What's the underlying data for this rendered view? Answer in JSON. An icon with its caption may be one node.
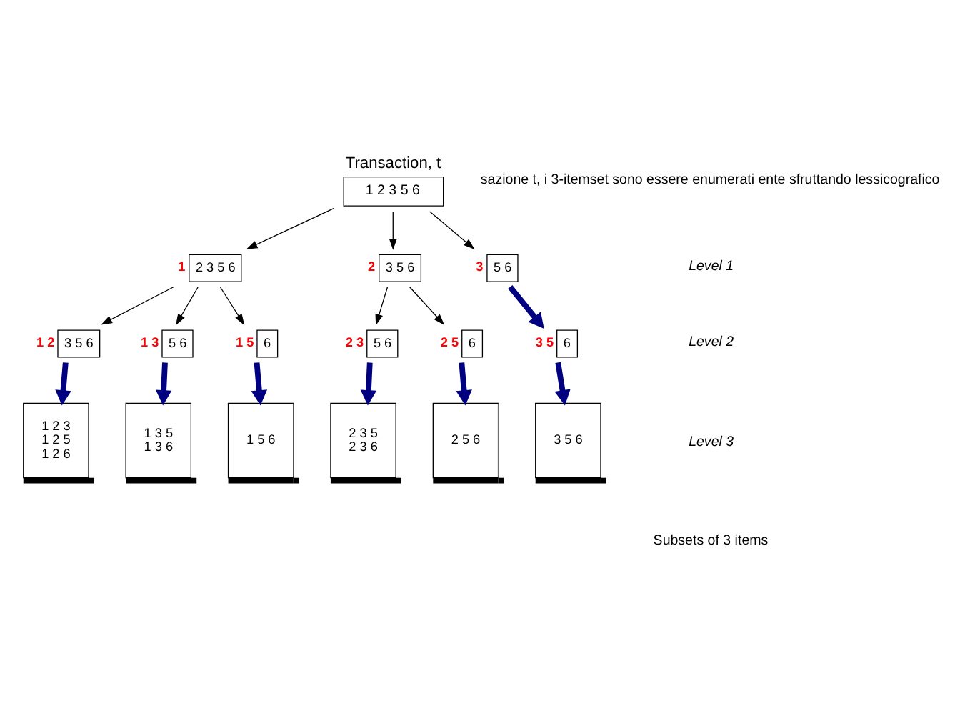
{
  "diagram": {
    "nodes": [
      {
        "text": [
          "Transaction, t",
          "1 2 3 5 6"
        ]
      },
      {
        "text": [
          "2 3 5 6"
        ],
        "beside": [
          "1"
        ]
      },
      {
        "text": [
          "3 5 6"
        ],
        "beside": [
          "2"
        ]
      },
      {
        "text": [
          "5 6"
        ],
        "beside": [
          "3"
        ]
      },
      {
        "text": [
          "3 5 6"
        ],
        "beside": [
          "1 2"
        ]
      },
      {
        "text": [
          "5 6"
        ],
        "beside": [
          "1 3"
        ]
      },
      {
        "text": [
          "6"
        ],
        "beside": [
          "1 5"
        ]
      },
      {
        "text": [
          "5 6"
        ],
        "beside": [
          "2 3"
        ]
      },
      {
        "text": [
          "6"
        ],
        "beside": [
          "2 5"
        ]
      },
      {
        "text": [
          "6"
        ],
        "beside": [
          "3 5"
        ]
      },
      {
        "text": [
          "1 2 3",
          "1 2 5",
          "1 2 6"
        ]
      },
      {
        "text": [
          "1 3 5",
          "1 3 6"
        ]
      },
      {
        "text": [
          "1 5 6"
        ]
      },
      {
        "text": [
          "2 3 5",
          "2 3 6"
        ]
      },
      {
        "text": [
          "2 5 6"
        ]
      },
      {
        "text": [
          "3 5 6"
        ]
      }
    ],
    "edges": [
      {
        "from": 0,
        "to": 1,
        "arrow": "to"
      },
      {
        "from": 0,
        "to": 2,
        "arrow": "to"
      },
      {
        "from": 0,
        "to": 3,
        "arrow": "to"
      },
      {
        "from": 1,
        "to": 4,
        "arrow": "to"
      },
      {
        "from": 1,
        "to": 5,
        "arrow": "to"
      },
      {
        "from": 1,
        "to": 6,
        "arrow": "to"
      },
      {
        "from": 2,
        "to": 7,
        "arrow": "to"
      },
      {
        "from": 2,
        "to": 8,
        "arrow": "to"
      },
      {
        "from": 3,
        "to": 9,
        "arrow": "to",
        "style": "thick",
        "color": "#000080"
      },
      {
        "from": 4,
        "to": 10,
        "arrow": "to",
        "style": "thick",
        "color": "#000080"
      },
      {
        "from": 5,
        "to": 11,
        "arrow": "to",
        "style": "thick",
        "color": "#000080"
      },
      {
        "from": 6,
        "to": 12,
        "arrow": "to",
        "style": "thick",
        "color": "#000080"
      },
      {
        "from": 7,
        "to": 13,
        "arrow": "to",
        "style": "thick",
        "color": "#000080"
      },
      {
        "from": 8,
        "to": 14,
        "arrow": "to",
        "style": "thick",
        "color": "#000080"
      },
      {
        "from": 9,
        "to": 15,
        "arrow": "to",
        "style": "thick",
        "color": "#000080"
      }
    ],
    "labels": [
      "sazione t, i 3-itemset sono essere enumerati ente sfruttando lessicografico",
      "Level 1",
      "Level 2",
      "Level 3",
      "Subsets of 3 items"
    ]
  }
}
